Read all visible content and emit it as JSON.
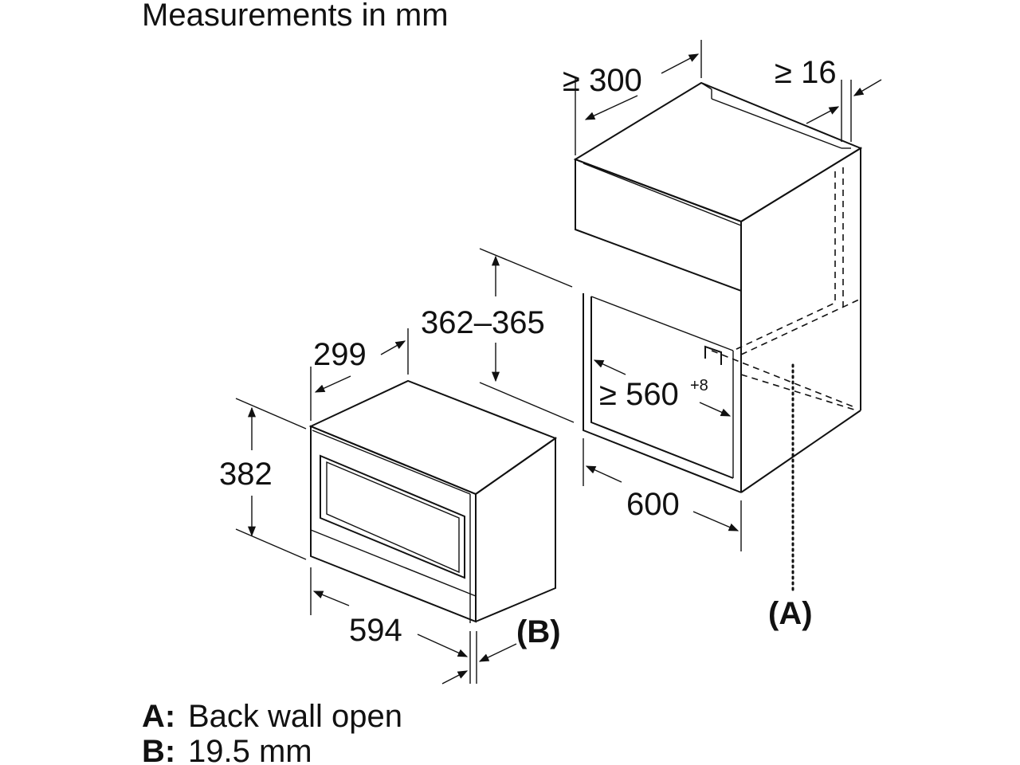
{
  "title": "Measurements in mm",
  "dimensions": {
    "depth_min": "≥ 300",
    "rear_gap_min": "≥ 16",
    "niche_height": "362–365",
    "appliance_depth": "299",
    "niche_width": "≥ 560",
    "niche_width_tolerance": "+8",
    "appliance_height": "382",
    "cabinet_width": "600",
    "appliance_width": "594"
  },
  "callouts": {
    "a": "(A)",
    "b": "(B)"
  },
  "legend": [
    {
      "key": "A:",
      "text": "Back wall open"
    },
    {
      "key": "B:",
      "text": "19.5 mm"
    }
  ]
}
